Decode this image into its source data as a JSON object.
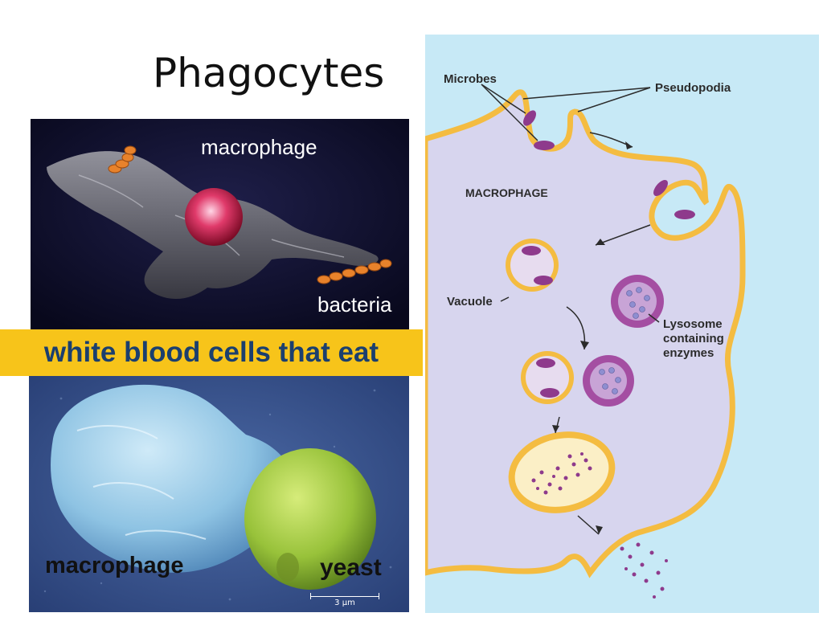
{
  "slide": {
    "title": "Phagocytes",
    "banner": "white blood cells that eat"
  },
  "top_photo": {
    "label_macrophage": "macrophage",
    "label_bacteria": "bacteria"
  },
  "bottom_photo": {
    "label_macrophage": "macrophage",
    "label_yeast": "yeast",
    "scale": "3 μm"
  },
  "diagram": {
    "microbes": "Microbes",
    "pseudopodia": "Pseudopodia",
    "macrophage": "MACROPHAGE",
    "vacuole": "Vacuole",
    "lysosome": [
      "Lysosome",
      "containing",
      "enzymes"
    ]
  },
  "colors": {
    "banner_bg": "#f7c41a",
    "banner_text": "#1b3f6e",
    "diagram_bg": "#c7e9f6",
    "cell_fill": "#d7d5ee",
    "membrane": "#f4bc41",
    "microbe": "#8e3a8c"
  }
}
